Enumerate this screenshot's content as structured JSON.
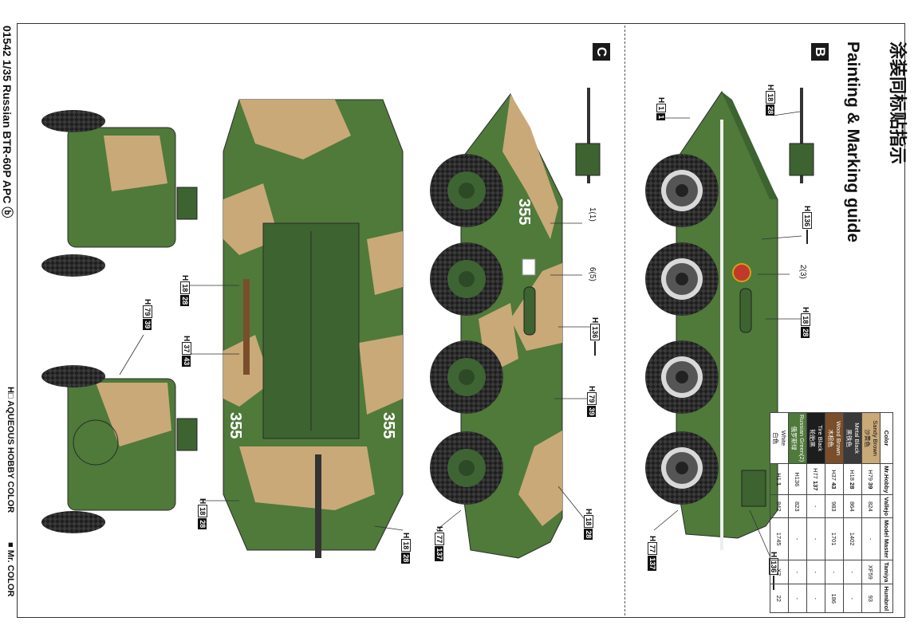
{
  "header": {
    "title_cn": "涂装同标贴指示",
    "title_en": "Painting & Marking guide",
    "section_b": "B",
    "section_c": "C"
  },
  "footer": {
    "product": "01542 1/35 Russian BTR-60P APC",
    "product_mark": "ⓑ",
    "legend_aqueous": "AQUEOUS HOBBY COLOR",
    "legend_mrcolor": "Mr. COLOR",
    "legend_aqueous_symbol": "H□",
    "legend_mrcolor_symbol": "■"
  },
  "color_table": {
    "headers": [
      "Color",
      "Mr.Hobby",
      "Vallejo",
      "Model Master",
      "Tamiya",
      "Humbrol"
    ],
    "rows": [
      {
        "name": "Sandy Brown",
        "name_cn": "沙黄色",
        "h": "79",
        "m": "39",
        "vallejo": "824",
        "model_master": "-",
        "tamiya": "XF59",
        "humbrol": "93",
        "swatch": "#c9a978"
      },
      {
        "name": "Metal Black",
        "name_cn": "黑铁色",
        "h": "18",
        "m": "28",
        "vallejo": "864",
        "model_master": "1402",
        "tamiya": "-",
        "humbrol": "-",
        "swatch": "#3a3a3a"
      },
      {
        "name": "Wood Brown",
        "name_cn": "木棕色",
        "h": "37",
        "m": "43",
        "vallejo": "983",
        "model_master": "1701",
        "tamiya": "-",
        "humbrol": "186",
        "swatch": "#7a4e2a"
      },
      {
        "name": "Tire Black",
        "name_cn": "轮胎黑",
        "h": "77",
        "m": "137",
        "vallejo": "-",
        "model_master": "-",
        "tamiya": "-",
        "humbrol": "-",
        "swatch": "#1d1d1d"
      },
      {
        "name": "Russian Green(2)",
        "name_cn": "俄罗斯绿",
        "h": "136",
        "m": "",
        "vallejo": "823",
        "model_master": "-",
        "tamiya": "-",
        "humbrol": "-",
        "swatch": "#4f7a3a"
      },
      {
        "name": "White",
        "name_cn": "白色",
        "h": "1",
        "m": "1",
        "vallejo": "842",
        "model_master": "1745",
        "tamiya": "X2",
        "humbrol": "22",
        "swatch": "#ffffff"
      }
    ]
  },
  "callouts": {
    "b_top_1": {
      "h": "1",
      "m": "1"
    },
    "b_top_28": {
      "h": "18",
      "m": "28"
    },
    "b_136_a": {
      "h": "136",
      "m": ""
    },
    "b_decal": "2(3)",
    "b_28": {
      "h": "18",
      "m": "28"
    },
    "b_137": {
      "h": "77",
      "m": "137"
    },
    "b_136_b": {
      "h": "136",
      "m": ""
    },
    "c_decal_1": "1(1)",
    "c_decal_6": "6(5)",
    "c_136": {
      "h": "136",
      "m": ""
    },
    "c_39": {
      "h": "79",
      "m": "39"
    },
    "c_28_a": {
      "h": "18",
      "m": "28"
    },
    "c_137": {
      "h": "77",
      "m": "137"
    },
    "c_28_b": {
      "h": "18",
      "m": "28"
    },
    "c_28_c": {
      "h": "18",
      "m": "28"
    },
    "top_28": {
      "h": "18",
      "m": "28"
    },
    "top_43": {
      "h": "37",
      "m": "43"
    },
    "rear_39": {
      "h": "79",
      "m": "39"
    }
  },
  "markings": {
    "hull_number": "355"
  },
  "colors": {
    "green": "#4f7a3a",
    "dark_green": "#3d6330",
    "sand": "#c9a978",
    "tire": "#1f1f1f",
    "wheel_hub": "#3e6434"
  }
}
